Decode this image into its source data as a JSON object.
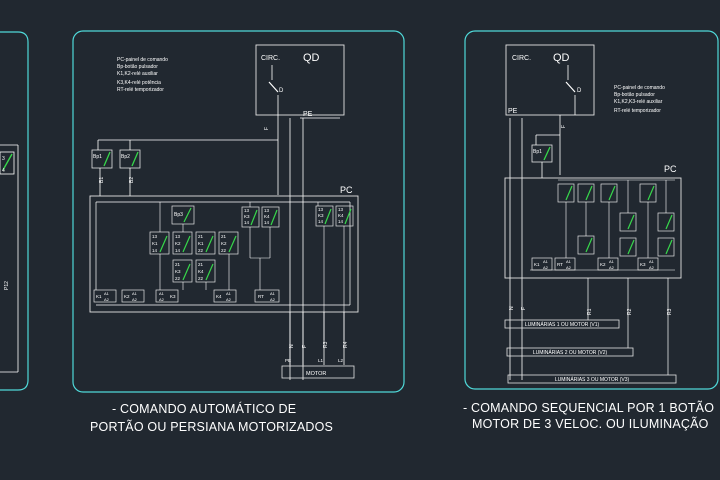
{
  "colors": {
    "background": "#212830",
    "frame": "#4fd8d8",
    "wire": "#ffffff",
    "box": "#e4e4e4",
    "coil_fill": "#0a7aa8",
    "contact_green": "#37d84b",
    "note_text": "#ffffff"
  },
  "left_fragment": {
    "labels": [
      "3",
      "4",
      "P12"
    ]
  },
  "diagram_a": {
    "qd_circ_label": "CIRC.",
    "qd_label": "QD",
    "breaker_label": "D",
    "pe_label": "PE",
    "f_label": "F",
    "pc_label": "PC",
    "notes": [
      "PC-painel de comando",
      "Bp-botão pulsador",
      "K1,K2-relé auxiliar",
      "K3,K4-relé potência",
      "RT-relé temporizador"
    ],
    "buttons": [
      "Bp1",
      "Bp2"
    ],
    "wire_labels": [
      "B1",
      "B2"
    ],
    "contacts": [
      {
        "name": "Bp3",
        "nums": [
          "",
          ""
        ]
      },
      {
        "name": "K1",
        "nums": [
          "13",
          "14"
        ]
      },
      {
        "name": "K2",
        "nums": [
          "13",
          "14"
        ]
      },
      {
        "name": "K1",
        "nums": [
          "21",
          "22"
        ]
      },
      {
        "name": "K2",
        "nums": [
          "21",
          "22"
        ]
      },
      {
        "name": "K3",
        "nums": [
          "21",
          "22"
        ]
      },
      {
        "name": "K4",
        "nums": [
          "21",
          "22"
        ]
      },
      {
        "name": "K3",
        "nums": [
          "13",
          "14"
        ]
      },
      {
        "name": "K4",
        "nums": [
          "13",
          "14"
        ]
      },
      {
        "name": "K3",
        "nums": [
          "13",
          "14"
        ]
      },
      {
        "name": "K4",
        "nums": [
          "13",
          "14"
        ]
      }
    ],
    "coils": [
      {
        "name": "K1",
        "nums": [
          "A1",
          "A2"
        ]
      },
      {
        "name": "K2",
        "nums": [
          "A1",
          "A2"
        ]
      },
      {
        "name": "K3",
        "nums": [
          "A1",
          "A2"
        ]
      },
      {
        "name": "K4",
        "nums": [
          "A1",
          "A2"
        ]
      },
      {
        "name": "RT",
        "nums": [
          "A1",
          "A2"
        ]
      }
    ],
    "bottom_labels": [
      "N",
      "F",
      "R3",
      "R4"
    ],
    "terminal_labels": [
      "PE",
      "L1",
      "L2"
    ],
    "motor_label": "MOTOR",
    "caption_lines": [
      "- COMANDO AUTOMÁTICO DE",
      "PORTÃO OU PERSIANA MOTORIZADOS"
    ]
  },
  "diagram_b": {
    "qd_circ_label": "CIRC.",
    "qd_label": "QD",
    "breaker_label": "D",
    "pe_label": "PE",
    "f_label": "F",
    "pc_label": "PC",
    "notes": [
      "PC-painel de comando",
      "Bp-botão pulsador",
      "K1,K2,K3-relé auxiliar",
      "RT-relé temporizador"
    ],
    "buttons": [
      "Bp1"
    ],
    "coils": [
      {
        "name": "K1",
        "nums": [
          "A1",
          "A2"
        ]
      },
      {
        "name": "RT",
        "nums": [
          "A1",
          "A2"
        ]
      },
      {
        "name": "K2",
        "nums": [
          "A1",
          "A2"
        ]
      },
      {
        "name": "K3",
        "nums": [
          "A1",
          "A2"
        ]
      }
    ],
    "wire_labels": [
      "N",
      "F",
      "R1",
      "R2",
      "R3"
    ],
    "lamp_bars": [
      "LUMINÁRIAS 1 OU MOTOR (V1)",
      "LUMINÁRIAS 2 OU MOTOR (V2)",
      "LUMINÁRIAS 3 OU MOTOR (V3)"
    ],
    "caption_lines": [
      "- COMANDO SEQUENCIAL POR 1 BOTÃO",
      "MOTOR DE 3 VELOC. OU ILUMINAÇÃO"
    ]
  }
}
